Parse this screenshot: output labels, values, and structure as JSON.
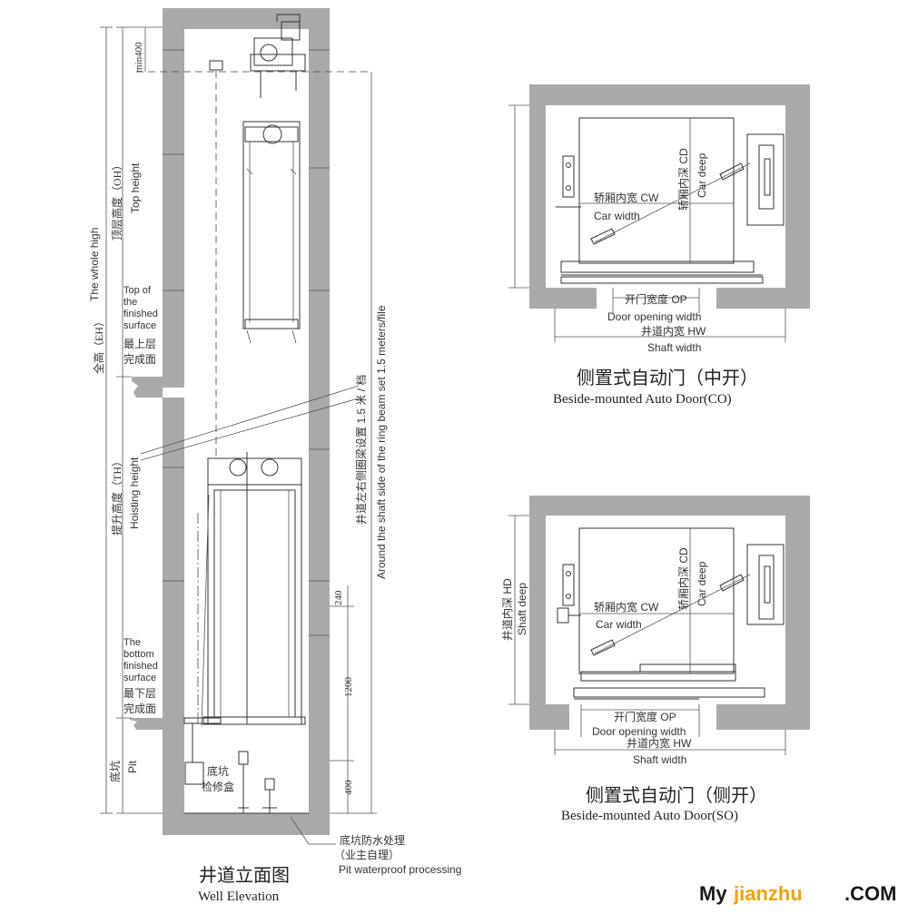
{
  "well_elevation": {
    "title_cn": "井道立面图",
    "title_en": "Well Elevation",
    "labels": {
      "min_top": "min400",
      "oh_cn": "顶层高度（OH）",
      "oh_en": "Top height",
      "eh_cn": "全高（EH）",
      "eh_en": "The whole high",
      "top_finished_en": [
        "Top of",
        "the",
        "finished",
        "surface"
      ],
      "top_finished_cn": [
        "最上层",
        "完成面"
      ],
      "th_cn": "提升高度（TH）",
      "th_en": "Hoisting height",
      "bottom_finished_en": [
        "The",
        "bottom",
        "finished",
        "surface"
      ],
      "bottom_finished_cn": [
        "最下层",
        "完成面"
      ],
      "pit_cn": "底坑",
      "pit_en": "Pit",
      "pit_box_cn": [
        "底坑",
        "检修盒"
      ],
      "ring_beam_cn": "井道左右侧圈梁设置 1.5 米 / 档",
      "ring_beam_en": "Around the shaft side of the ring beam set 1.5 meters/file",
      "dim_240": "240",
      "dim_1200": "1200",
      "dim_400": "400",
      "waterproof_cn": "底坑防水处理",
      "waterproof_cn2": "（业主自理）",
      "waterproof_en": "Pit waterproof processing"
    }
  },
  "plan_co": {
    "title_cn": "侧置式自动门（中开）",
    "title_en": "Beside-mounted Auto Door(CO)",
    "cw_cn": "轿厢内宽 CW",
    "cw_en": "Car width",
    "cd_cn": "轿厢内深 CD",
    "cd_en": "Car deep",
    "op_cn": "开门宽度 OP",
    "op_en": "Door opening width",
    "hw_cn": "井道内宽 HW",
    "hw_en": "Shaft width"
  },
  "plan_so": {
    "title_cn": "侧置式自动门（侧开）",
    "title_en": "Beside-mounted Auto Door(SO)",
    "cw_cn": "轿厢内宽 CW",
    "cw_en": "Car width",
    "cd_cn": "轿厢内深 CD",
    "cd_en": "Car deep",
    "hd_cn": "井道内深 HD",
    "hd_en": "Shaft deep",
    "op_cn": "开门宽度 OP",
    "op_en": "Door opening width",
    "hw_cn": "井道内宽 HW",
    "hw_en": "Shaft width"
  },
  "watermark": {
    "part1": "My",
    "part2": "jianzhu",
    "part3": ".COM",
    "colors": {
      "accent": "#f5a000",
      "dark": "#1a1a1a"
    }
  }
}
